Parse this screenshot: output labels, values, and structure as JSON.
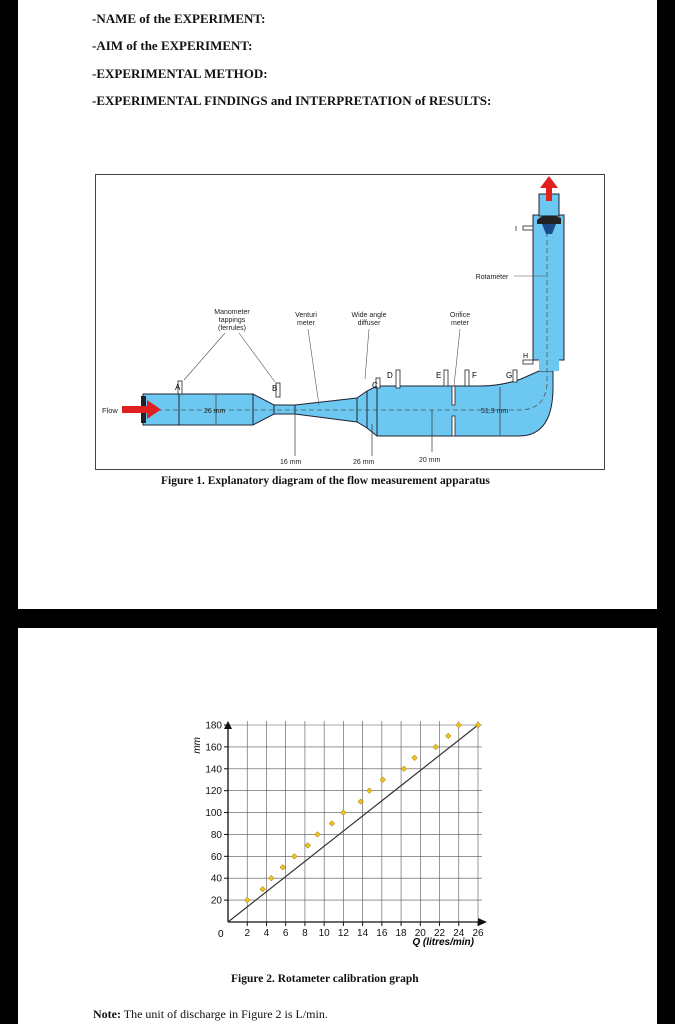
{
  "page1": {
    "headings": [
      "-NAME of the EXPERIMENT:",
      "-AIM of the EXPERIMENT:",
      "-EXPERIMENTAL METHOD:",
      "-EXPERIMENTAL FINDINGS and INTERPRETATION of RESULTS:"
    ],
    "figure1": {
      "caption": "Figure 1. Explanatory diagram of the flow measurement apparatus",
      "labels": {
        "flow": "Flow",
        "manometer_1": "Manometer",
        "manometer_2": "tappings",
        "manometer_3": "(ferrules)",
        "venturi_1": "Venturi",
        "venturi_2": "meter",
        "diffuser_1": "Wide angle",
        "diffuser_2": "diffuser",
        "orifice_1": "Orifice",
        "orifice_2": "meter",
        "rotameter": "Rotameter",
        "tap_a": "A",
        "tap_b": "B",
        "tap_c": "C",
        "tap_d": "D",
        "tap_e": "E",
        "tap_f": "F",
        "tap_g": "G",
        "tap_h": "H",
        "tap_i": "I",
        "dim_inlet": "26 mm",
        "dim_throat": "16 mm",
        "dim_diffuser": "26 mm",
        "dim_orifice": "20 mm",
        "dim_outlet": "51,9 mm"
      },
      "colors": {
        "pipe": "#6cc8f0",
        "arrow": "#e02020"
      }
    }
  },
  "page2": {
    "figure2": {
      "caption": "Figure 2. Rotameter calibration graph"
    },
    "note_label": "Note:",
    "note_text": " The unit of discharge in Figure 2 is L/min."
  },
  "chart_data": {
    "type": "scatter",
    "title": "",
    "xlabel": "Q (litres/min)",
    "ylabel": "mm",
    "origin_label": "0",
    "xlim": [
      0,
      26
    ],
    "ylim": [
      0,
      180
    ],
    "x_ticks": [
      2,
      4,
      6,
      8,
      10,
      12,
      14,
      16,
      18,
      20,
      22,
      24,
      26
    ],
    "y_ticks": [
      20,
      40,
      60,
      80,
      100,
      120,
      140,
      160,
      180
    ],
    "grid": true,
    "series": [
      {
        "x": [
          2.0,
          3.6,
          4.5,
          5.7,
          6.9,
          8.3,
          9.3,
          10.8,
          12.0,
          13.8,
          14.7,
          16.1,
          18.3,
          19.4,
          21.6,
          22.9,
          24.0,
          26.0
        ],
        "y": [
          20,
          30,
          40,
          50,
          60,
          70,
          80,
          90,
          100,
          110,
          120,
          130,
          140,
          150,
          160,
          170,
          180,
          180
        ],
        "color": "#f2c21b"
      }
    ],
    "fit_line": {
      "x": [
        0,
        26
      ],
      "y": [
        0,
        180
      ],
      "color": "#333333"
    }
  }
}
